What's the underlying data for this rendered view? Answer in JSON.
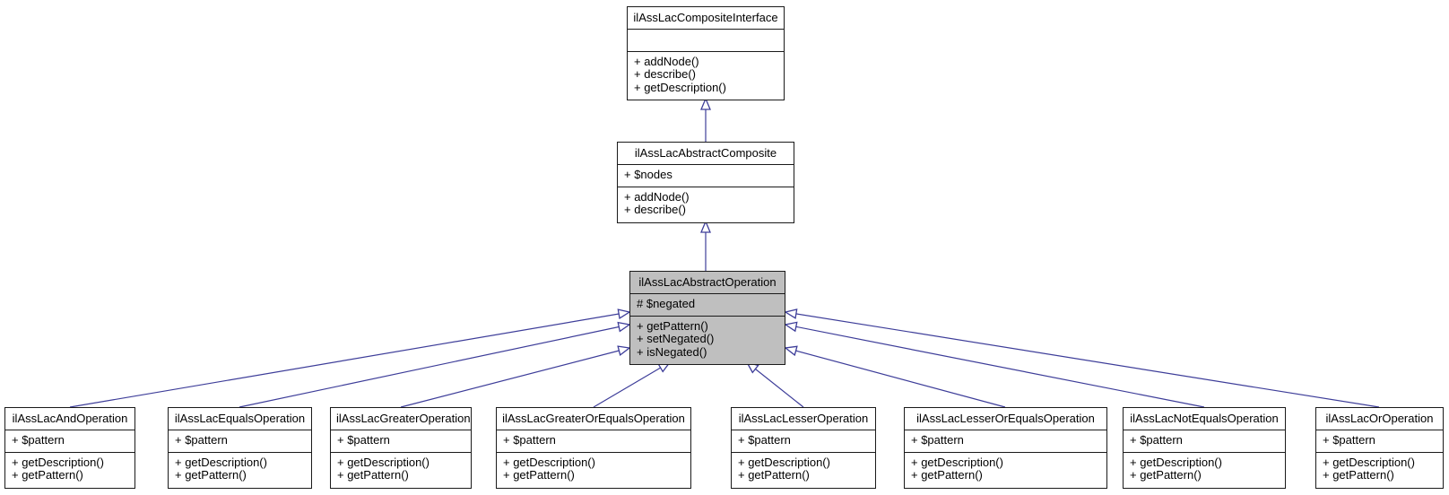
{
  "colors": {
    "arrow": "#3d3d99",
    "node-border": "#1a1a1a",
    "node-fill": "#ffffff",
    "highlight-fill": "#bfbfbf",
    "page-bg": "#ffffff"
  },
  "nodes": [
    {
      "title": "ilAssLacCompositeInterface",
      "attributes": [],
      "methods": [
        "+ addNode()",
        "+ describe()",
        "+ getDescription()"
      ],
      "highlighted": false
    },
    {
      "title": "ilAssLacAbstractComposite",
      "attributes": [
        "+ $nodes"
      ],
      "methods": [
        "+ addNode()",
        "+ describe()"
      ],
      "highlighted": false
    },
    {
      "title": "ilAssLacAbstractOperation",
      "attributes": [
        "# $negated"
      ],
      "methods": [
        "+ getPattern()",
        "+ setNegated()",
        "+ isNegated()"
      ],
      "highlighted": true
    },
    {
      "title": "ilAssLacAndOperation",
      "attributes": [
        "+ $pattern"
      ],
      "methods": [
        "+ getDescription()",
        "+ getPattern()"
      ],
      "highlighted": false
    },
    {
      "title": "ilAssLacEqualsOperation",
      "attributes": [
        "+ $pattern"
      ],
      "methods": [
        "+ getDescription()",
        "+ getPattern()"
      ],
      "highlighted": false
    },
    {
      "title": "ilAssLacGreaterOperation",
      "attributes": [
        "+ $pattern"
      ],
      "methods": [
        "+ getDescription()",
        "+ getPattern()"
      ],
      "highlighted": false
    },
    {
      "title": "ilAssLacGreaterOrEqualsOperation",
      "attributes": [
        "+ $pattern"
      ],
      "methods": [
        "+ getDescription()",
        "+ getPattern()"
      ],
      "highlighted": false
    },
    {
      "title": "ilAssLacLesserOperation",
      "attributes": [
        "+ $pattern"
      ],
      "methods": [
        "+ getDescription()",
        "+ getPattern()"
      ],
      "highlighted": false
    },
    {
      "title": "ilAssLacLesserOrEqualsOperation",
      "attributes": [
        "+ $pattern"
      ],
      "methods": [
        "+ getDescription()",
        "+ getPattern()"
      ],
      "highlighted": false
    },
    {
      "title": "ilAssLacNotEqualsOperation",
      "attributes": [
        "+ $pattern"
      ],
      "methods": [
        "+ getDescription()",
        "+ getPattern()"
      ],
      "highlighted": false
    },
    {
      "title": "ilAssLacOrOperation",
      "attributes": [
        "+ $pattern"
      ],
      "methods": [
        "+ getDescription()",
        "+ getPattern()"
      ],
      "highlighted": false
    }
  ],
  "edges": [
    {
      "from": "ilAssLacAbstractComposite",
      "to": "ilAssLacCompositeInterface",
      "type": "inheritance"
    },
    {
      "from": "ilAssLacAbstractOperation",
      "to": "ilAssLacAbstractComposite",
      "type": "inheritance"
    },
    {
      "from": "ilAssLacAndOperation",
      "to": "ilAssLacAbstractOperation",
      "type": "inheritance"
    },
    {
      "from": "ilAssLacEqualsOperation",
      "to": "ilAssLacAbstractOperation",
      "type": "inheritance"
    },
    {
      "from": "ilAssLacGreaterOperation",
      "to": "ilAssLacAbstractOperation",
      "type": "inheritance"
    },
    {
      "from": "ilAssLacGreaterOrEqualsOperation",
      "to": "ilAssLacAbstractOperation",
      "type": "inheritance"
    },
    {
      "from": "ilAssLacLesserOperation",
      "to": "ilAssLacAbstractOperation",
      "type": "inheritance"
    },
    {
      "from": "ilAssLacLesserOrEqualsOperation",
      "to": "ilAssLacAbstractOperation",
      "type": "inheritance"
    },
    {
      "from": "ilAssLacNotEqualsOperation",
      "to": "ilAssLacAbstractOperation",
      "type": "inheritance"
    },
    {
      "from": "ilAssLacOrOperation",
      "to": "ilAssLacAbstractOperation",
      "type": "inheritance"
    }
  ]
}
